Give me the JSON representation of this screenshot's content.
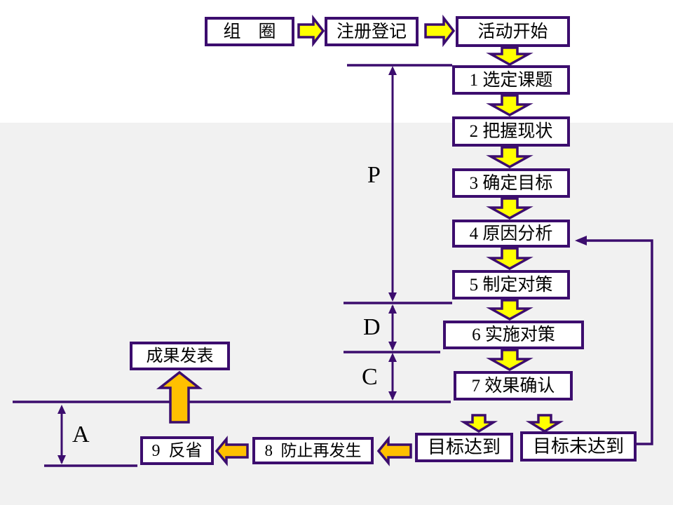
{
  "top_row": {
    "group_circle": "组　圈",
    "register": "注册登记",
    "activity_start": "活动开始"
  },
  "steps": [
    {
      "label": "1 选定课题"
    },
    {
      "label": "2 把握现状"
    },
    {
      "label": "3 确定目标"
    },
    {
      "label": "4 原因分析"
    },
    {
      "label": "5 制定对策"
    },
    {
      "label": "6 实施对策"
    },
    {
      "label": "7 效果确认"
    }
  ],
  "outcomes": {
    "reached": "目标达到",
    "not_reached": "目标未达到"
  },
  "followup": {
    "prevent_recurrence": "8  防止再发生",
    "reflect": "9  反省",
    "publish_results": "成果发表"
  },
  "phases": {
    "plan": "P",
    "do": "D",
    "check": "C",
    "act": "A"
  },
  "colors": {
    "outline_purple": "#3c0d6e",
    "arrow_yellow": "#ffff00",
    "arrow_gold": "#ffc000",
    "box_fill": "#ffffff",
    "background_upper": "#ffffff",
    "background_lower": "#f1f1f1",
    "text": "#000000"
  }
}
